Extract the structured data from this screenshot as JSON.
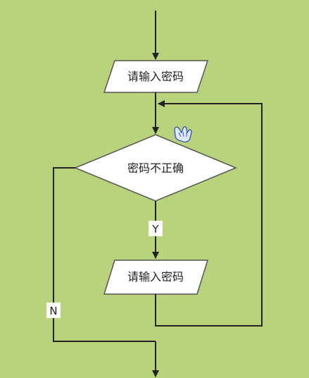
{
  "diagram": {
    "nodes": {
      "input_top": {
        "shape": "parallelogram",
        "label": "请输入密码"
      },
      "decision": {
        "shape": "diamond",
        "label": "密码不正确"
      },
      "input_loop": {
        "shape": "parallelogram",
        "label": "请输入密码"
      }
    },
    "edges": {
      "yes_label": "Y",
      "no_label": "N"
    },
    "cursor_icon": "hand-pointer-icon",
    "colors": {
      "background": "#b9d37c",
      "shape_fill": "#ffffff",
      "line": "#222222",
      "label_bg": "#ffffff"
    }
  }
}
